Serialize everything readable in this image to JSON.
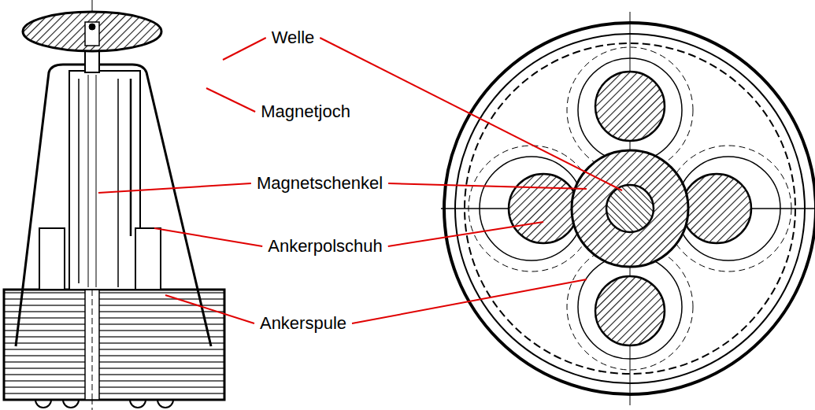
{
  "diagram": {
    "labels": [
      "Welle",
      "Magnetjoch",
      "Magnetschenkel",
      "Ankerpolschuh",
      "Ankerspule"
    ]
  }
}
